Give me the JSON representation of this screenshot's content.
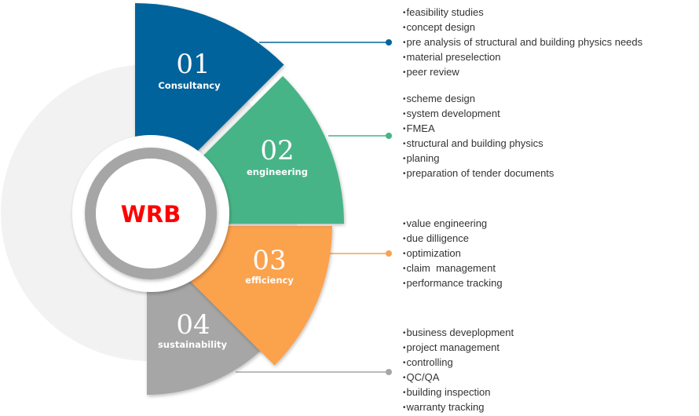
{
  "center": {
    "label": "WRB",
    "color": "#ff0000"
  },
  "colors": {
    "background_circle": "#f2f2f2",
    "inner_ring": "#a6a6a6"
  },
  "segments": [
    {
      "number": "01",
      "label": "Consultancy",
      "color": "#05649c",
      "items": [
        "feasibility studies",
        "concept design",
        "pre analysis of structural and building physics needs",
        "material preselection",
        "peer review"
      ]
    },
    {
      "number": "02",
      "label": "engineering",
      "color": "#46b487",
      "items": [
        "scheme design",
        "system development",
        "FMEA",
        "structural and building physics",
        "planing",
        "preparation of tender documents"
      ]
    },
    {
      "number": "03",
      "label": "efficiency",
      "color": "#fba24e",
      "items": [
        "value engineering",
        "due dilligence",
        "optimization",
        "claim  management",
        "performance tracking"
      ]
    },
    {
      "number": "04",
      "label": "sustainability",
      "color": "#a6a6a6",
      "items": [
        "business deveplopment",
        "project management",
        "controlling",
        "QC/QA",
        "building inspection",
        "warranty tracking"
      ]
    }
  ]
}
